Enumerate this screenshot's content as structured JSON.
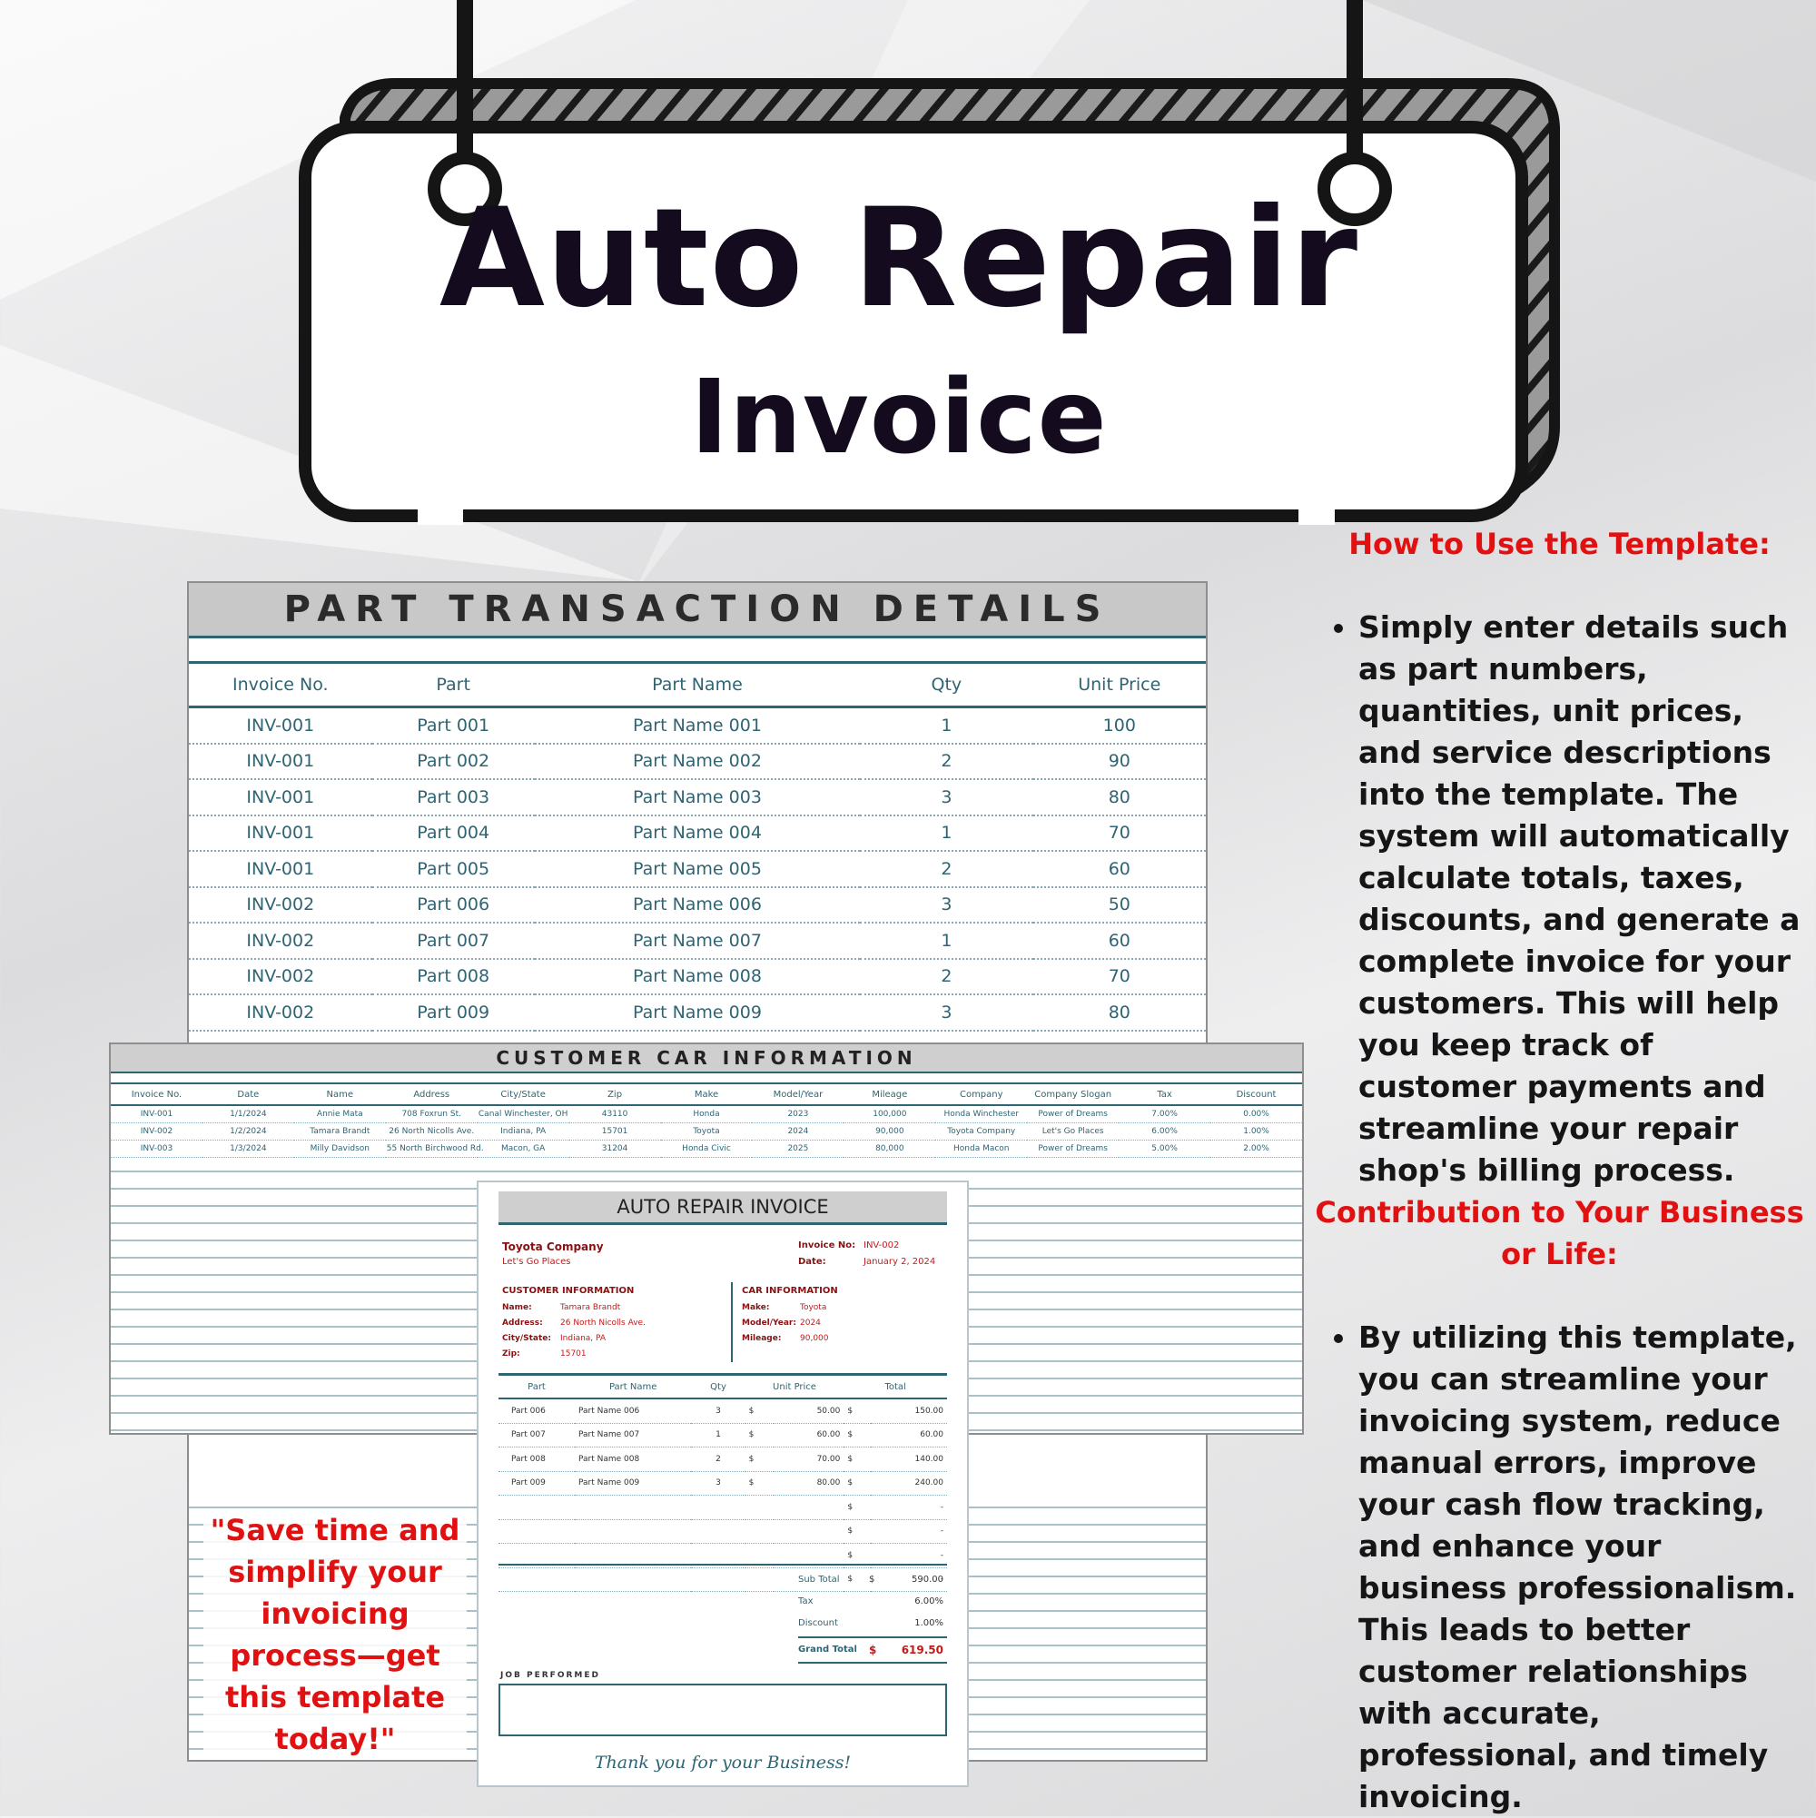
{
  "sign": {
    "line1": "Auto Repair",
    "line2": "Invoice"
  },
  "how_to": {
    "heading": "How to Use the Template:",
    "bullet": "Simply enter details such as part numbers, quantities, unit prices, and service descriptions into the template. The system will automatically calculate totals, taxes, discounts, and generate a complete invoice for your customers. This will help you keep track of customer payments and streamline your repair shop's billing process."
  },
  "contribution": {
    "heading_line1": "Contribution to Your Business",
    "heading_line2": "or Life:",
    "bullet": "By utilizing this template, you can streamline your invoicing system, reduce manual errors, improve your cash flow tracking, and enhance your business professionalism. This leads to better customer relationships with accurate, professional, and timely invoicing."
  },
  "quote": "\"Save time and simplify your invoicing process—get this template today!\"",
  "part_sheet": {
    "title": "PART TRANSACTION DETAILS",
    "columns": [
      "Invoice No.",
      "Part",
      "Part Name",
      "Qty",
      "Unit Price"
    ],
    "rows": [
      [
        "INV-001",
        "Part 001",
        "Part Name 001",
        "1",
        "100"
      ],
      [
        "INV-001",
        "Part 002",
        "Part Name 002",
        "2",
        "90"
      ],
      [
        "INV-001",
        "Part 003",
        "Part Name 003",
        "3",
        "80"
      ],
      [
        "INV-001",
        "Part 004",
        "Part Name 004",
        "1",
        "70"
      ],
      [
        "INV-001",
        "Part 005",
        "Part Name 005",
        "2",
        "60"
      ],
      [
        "INV-002",
        "Part 006",
        "Part Name 006",
        "3",
        "50"
      ],
      [
        "INV-002",
        "Part 007",
        "Part Name 007",
        "1",
        "60"
      ],
      [
        "INV-002",
        "Part 008",
        "Part Name 008",
        "2",
        "70"
      ],
      [
        "INV-002",
        "Part 009",
        "Part Name 009",
        "3",
        "80"
      ]
    ]
  },
  "car_sheet": {
    "title": "CUSTOMER CAR INFORMATION",
    "columns": [
      "Invoice No.",
      "Date",
      "Name",
      "Address",
      "City/State",
      "Zip",
      "Make",
      "Model/Year",
      "Mileage",
      "Company",
      "Company Slogan",
      "Tax",
      "Discount"
    ],
    "rows": [
      [
        "INV-001",
        "1/1/2024",
        "Annie Mata",
        "708 Foxrun St.",
        "Canal Winchester, OH",
        "43110",
        "Honda",
        "2023",
        "100,000",
        "Honda Winchester",
        "Power of Dreams",
        "7.00%",
        "0.00%"
      ],
      [
        "INV-002",
        "1/2/2024",
        "Tamara Brandt",
        "26 North Nicolls Ave.",
        "Indiana, PA",
        "15701",
        "Toyota",
        "2024",
        "90,000",
        "Toyota Company",
        "Let's Go Places",
        "6.00%",
        "1.00%"
      ],
      [
        "INV-003",
        "1/3/2024",
        "Milly Davidson",
        "55 North Birchwood Rd.",
        "Macon, GA",
        "31204",
        "Honda Civic",
        "2025",
        "80,000",
        "Honda Macon",
        "Power of Dreams",
        "5.00%",
        "2.00%"
      ]
    ]
  },
  "invoice": {
    "title": "AUTO REPAIR INVOICE",
    "company": "Toyota Company",
    "slogan": "Let's Go Places",
    "invoice_no_label": "Invoice No:",
    "invoice_no": "INV-002",
    "date_label": "Date:",
    "date": "January 2, 2024",
    "customer_heading": "CUSTOMER INFORMATION",
    "car_heading": "CAR INFORMATION",
    "customer": {
      "name_label": "Name:",
      "name": "Tamara Brandt",
      "address_label": "Address:",
      "address": "26 North Nicolls Ave.",
      "city_label": "City/State:",
      "city": "Indiana, PA",
      "zip_label": "Zip:",
      "zip": "15701"
    },
    "car": {
      "make_label": "Make:",
      "make": "Toyota",
      "model_label": "Model/Year:",
      "model": "2024",
      "mileage_label": "Mileage:",
      "mileage": "90,000"
    },
    "columns": [
      "Part",
      "Part Name",
      "Qty",
      "Unit Price",
      "Total"
    ],
    "rows": [
      [
        "Part 006",
        "Part Name 006",
        "3",
        "$",
        "50.00",
        "$",
        "150.00"
      ],
      [
        "Part 007",
        "Part Name 007",
        "1",
        "$",
        "60.00",
        "$",
        "60.00"
      ],
      [
        "Part 008",
        "Part Name 008",
        "2",
        "$",
        "70.00",
        "$",
        "140.00"
      ],
      [
        "Part 009",
        "Part Name 009",
        "3",
        "$",
        "80.00",
        "$",
        "240.00"
      ],
      [
        "",
        "",
        "",
        "",
        "",
        "$",
        "-"
      ],
      [
        "",
        "",
        "",
        "",
        "",
        "$",
        "-"
      ],
      [
        "",
        "",
        "",
        "",
        "",
        "$",
        "-"
      ],
      [
        "",
        "",
        "",
        "",
        "",
        "$",
        "-"
      ]
    ],
    "subtotal_label": "Sub Total",
    "subtotal_cur": "$",
    "subtotal": "590.00",
    "tax_label": "Tax",
    "tax": "6.00%",
    "discount_label": "Discount",
    "discount": "1.00%",
    "grand_label": "Grand Total",
    "grand_cur": "$",
    "grand": "619.50",
    "job_label": "JOB PERFORMED",
    "thanks": "Thank you for your Business!"
  },
  "colors": {
    "accent_red": "#e11111",
    "teal": "#2f6472",
    "sign_ink": "#140c1e"
  }
}
